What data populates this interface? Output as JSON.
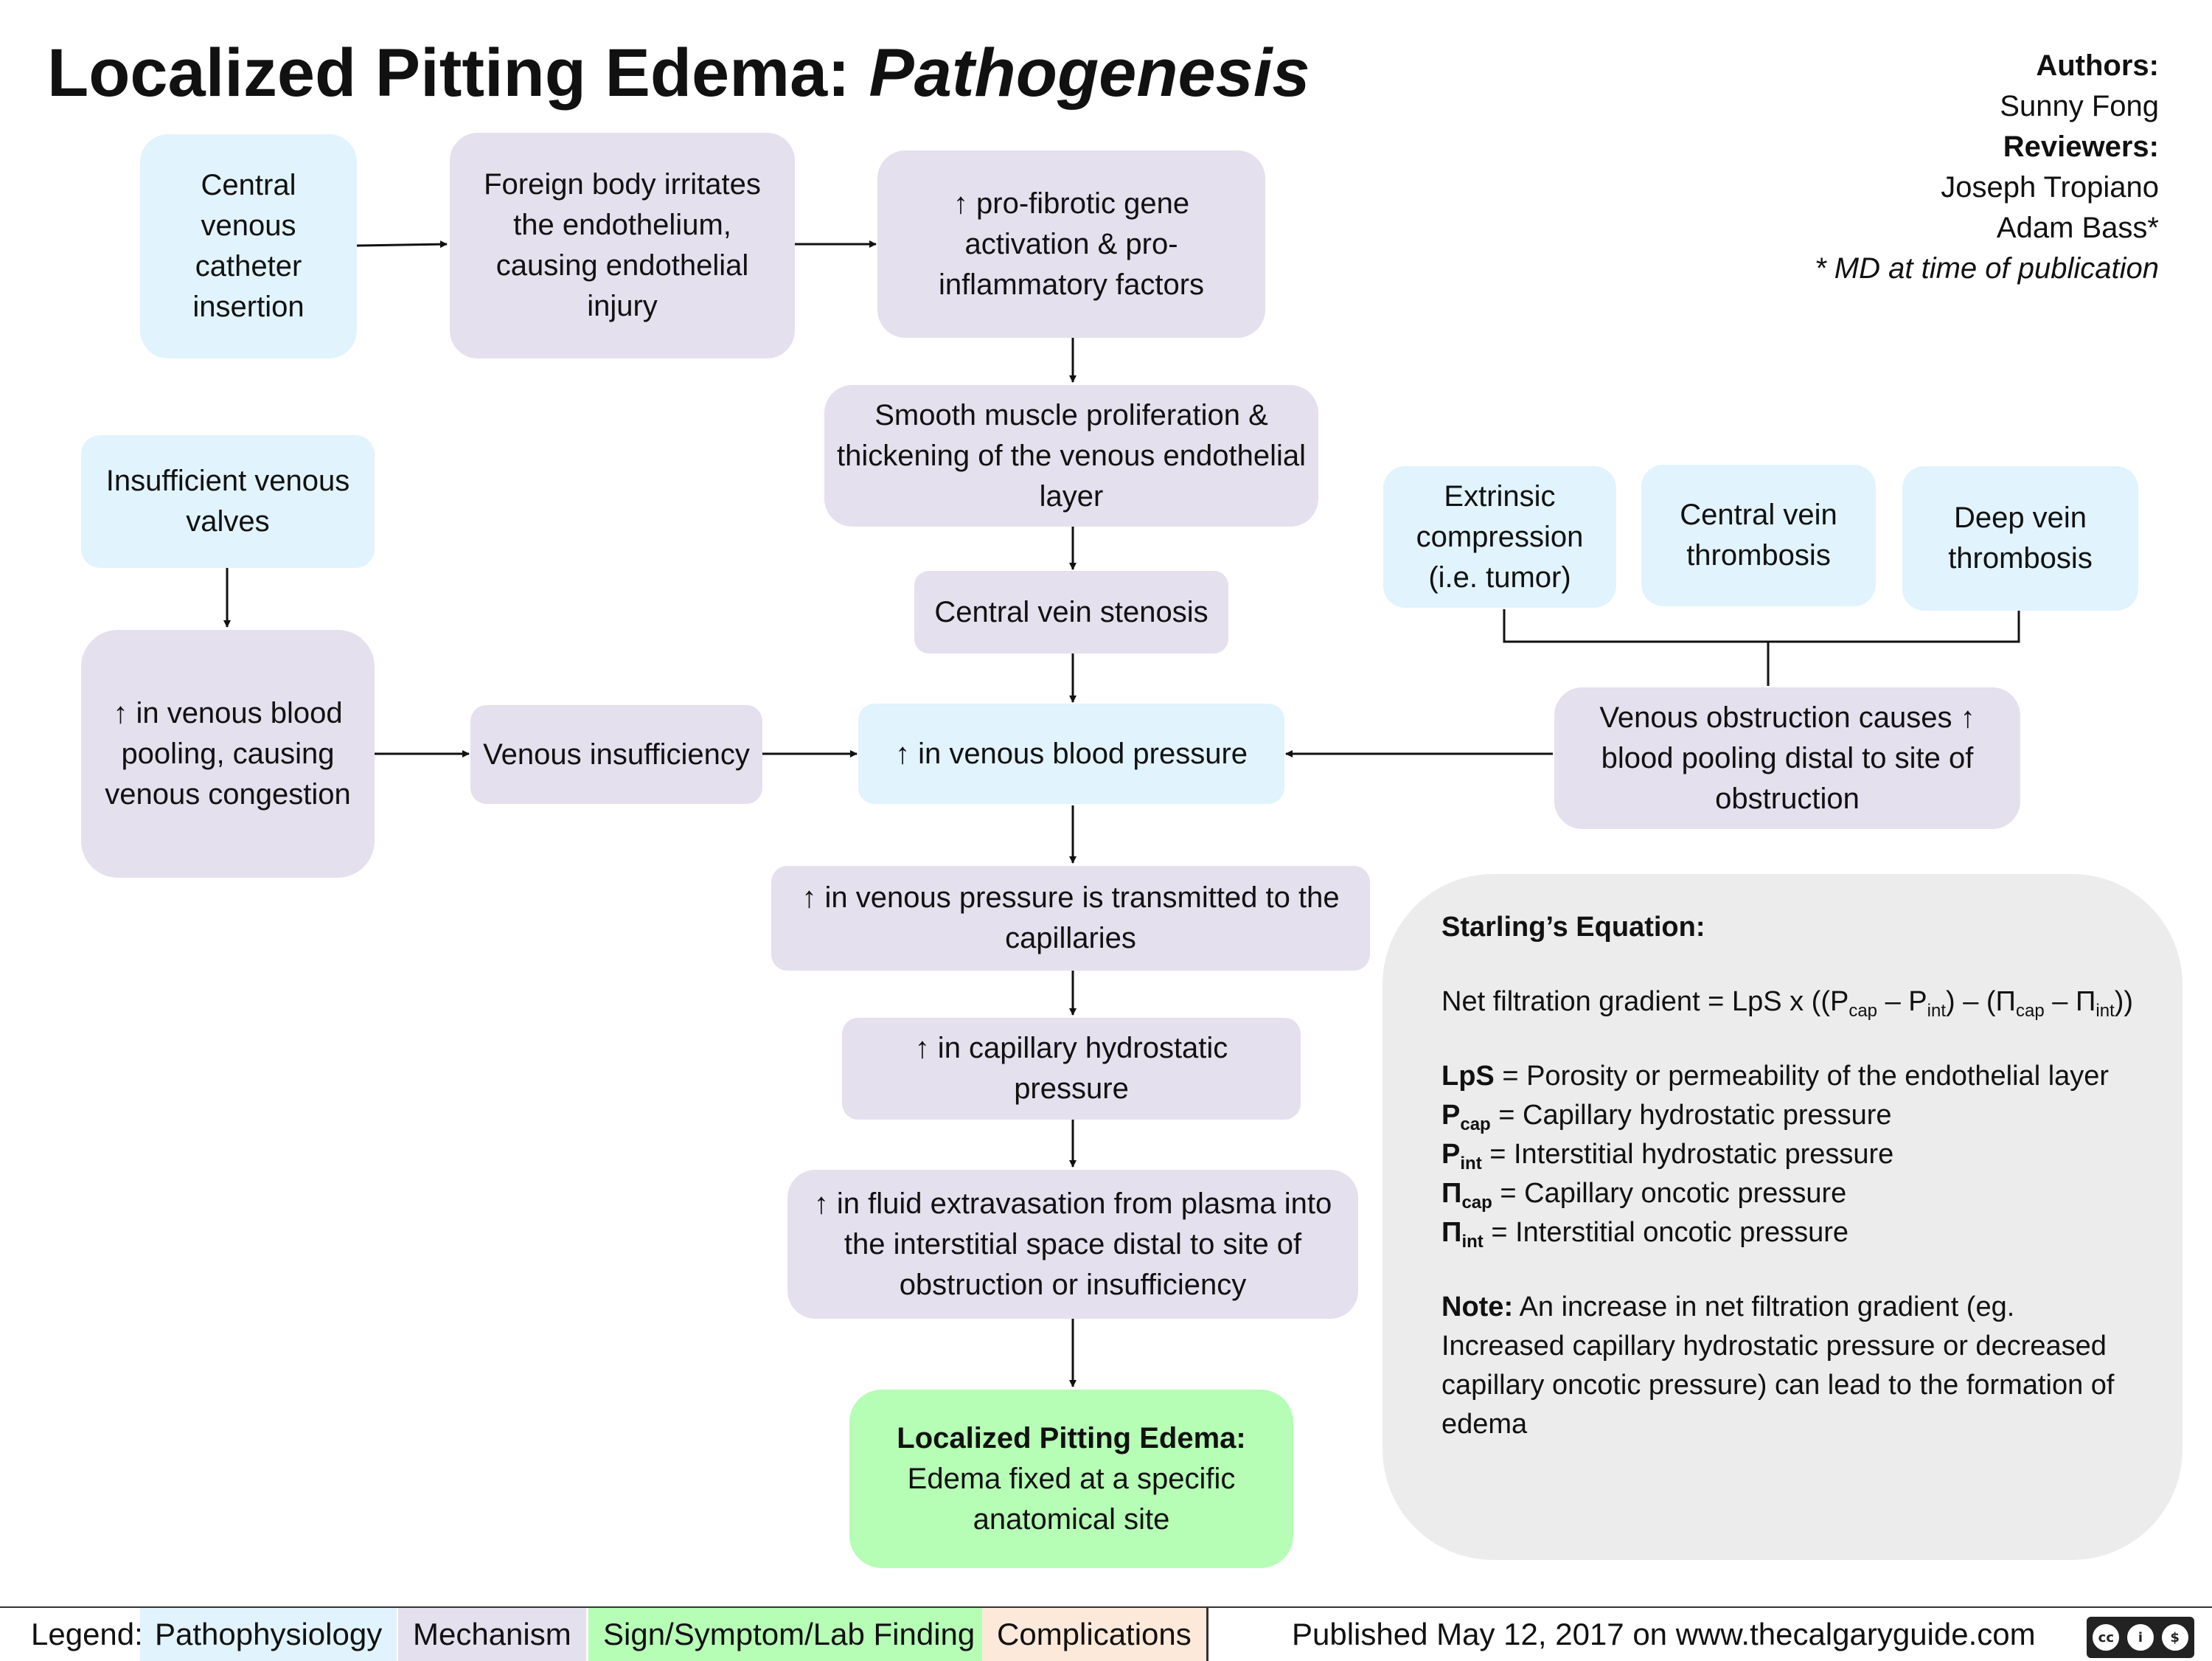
{
  "title": {
    "main": "Localized Pitting Edema: ",
    "italic": "Pathogenesis"
  },
  "authors": {
    "authors_label": "Authors:",
    "author_1": "Sunny Fong",
    "reviewers_label": "Reviewers:",
    "reviewer_1": "Joseph Tropiano",
    "reviewer_2": "Adam Bass*",
    "note": "* MD at time of publication"
  },
  "nodes": {
    "cvc_insertion": "Central venous catheter insertion",
    "foreign_body": "Foreign body irritates the endothelium, causing endothelial injury",
    "profibrotic": "↑ pro-fibrotic gene activation & pro-inflammatory factors",
    "smooth_muscle": "Smooth muscle proliferation & thickening of the venous endothelial layer",
    "central_vein_stenosis": "Central vein stenosis",
    "insufficient_valves": "Insufficient venous valves",
    "venous_pooling": "↑ in venous blood pooling, causing venous congestion",
    "venous_insufficiency": "Venous insufficiency",
    "venous_pressure": "↑ in venous blood pressure",
    "extrinsic_compression": "Extrinsic compression (i.e. tumor)",
    "central_vein_thrombosis": "Central vein thrombosis",
    "deep_vein_thrombosis": "Deep vein thrombosis",
    "venous_obstruction": "Venous obstruction causes ↑ blood pooling distal to site of obstruction",
    "pressure_transmitted": "↑ in venous pressure is transmitted to the capillaries",
    "capillary_hydrostatic": "↑ in capillary hydrostatic pressure",
    "fluid_extravasation": "↑ in fluid extravasation from plasma into the interstitial space distal to site of obstruction or insufficiency",
    "outcome_title": "Localized Pitting Edema:",
    "outcome_text": "Edema fixed at a specific anatomical site"
  },
  "starling": {
    "heading": "Starling’s Equation:",
    "eq_prefix": "Net filtration gradient = LpS x ((P",
    "eq_cap": "cap",
    "eq_minus": " – P",
    "eq_int": "int",
    "eq_mid": ") – (Π",
    "eq_cap2": "cap",
    "eq_minus2": " – Π",
    "eq_int2": "int",
    "eq_end": "))",
    "lps_term": "LpS",
    "lps_def": " = Porosity or permeability of the endothelial layer",
    "pcap_term": "P",
    "pcap_sub": "cap",
    "pcap_def": " = Capillary hydrostatic pressure",
    "pint_term": "P",
    "pint_sub": "int",
    "pint_def": " = Interstitial hydrostatic pressure",
    "picap_term": "Π",
    "picap_sub": "cap",
    "picap_def": " = Capillary oncotic pressure",
    "piint_term": "Π",
    "piint_sub": "int",
    "piint_def": " = Interstitial oncotic pressure",
    "note_label": "Note:",
    "note_text": " An increase in net filtration gradient (eg. Increased capillary hydrostatic pressure or decreased capillary oncotic pressure) can lead to the formation of edema"
  },
  "footer": {
    "legend_label": "Legend:",
    "pathophysiology": "Pathophysiology",
    "mechanism": "Mechanism",
    "sign": "Sign/Symptom/Lab Finding",
    "complications": "Complications",
    "published_prefix": "Published ",
    "published_date": "May 12, 2017",
    "published_mid": " on ",
    "website": "www.thecalgaryguide.com"
  },
  "colors": {
    "pathophysiology": "#e1f3fc",
    "mechanism": "#e4e0ed",
    "sign": "#b6fdb6",
    "complications": "#fde9d9"
  },
  "icons": {
    "license": "cc-by-nc-sa-icon"
  }
}
